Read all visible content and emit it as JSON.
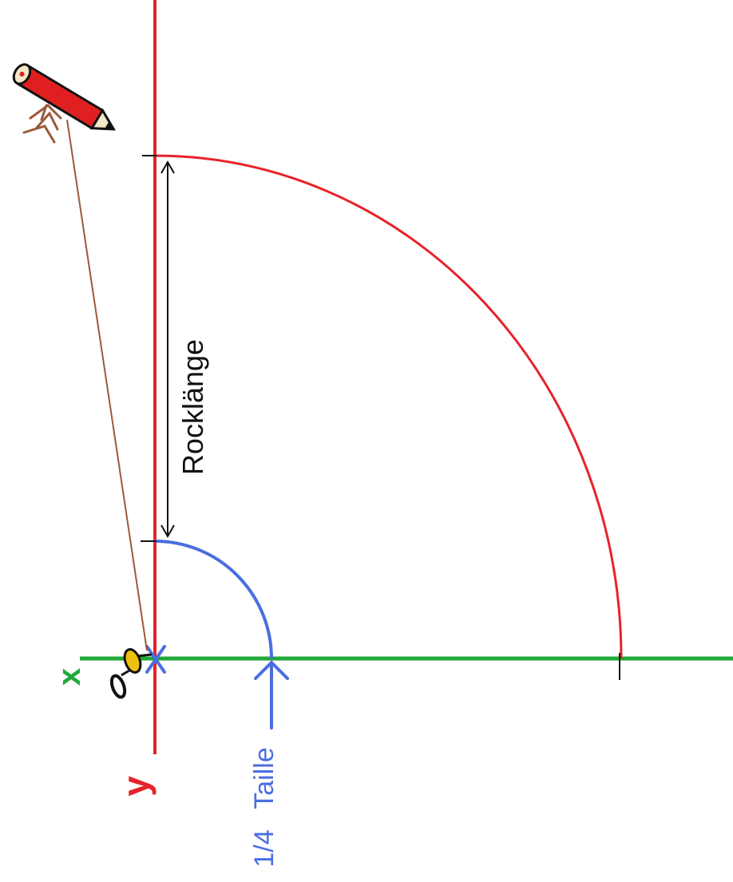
{
  "labels": {
    "x_axis": "x",
    "y_axis": "y",
    "skirt_length": "Rocklänge",
    "quarter": "1/4",
    "waist": "Taille"
  },
  "colors": {
    "red": "#e8222a",
    "green": "#22a83a",
    "blue": "#4a6ee0",
    "brown": "#9a5a3a",
    "pencil_body": "#e02020",
    "pin_head": "#f0c010",
    "black": "#111111"
  },
  "icons": {
    "pencil": "pencil-icon",
    "hand": "hand-icon",
    "pin": "pin-icon"
  }
}
